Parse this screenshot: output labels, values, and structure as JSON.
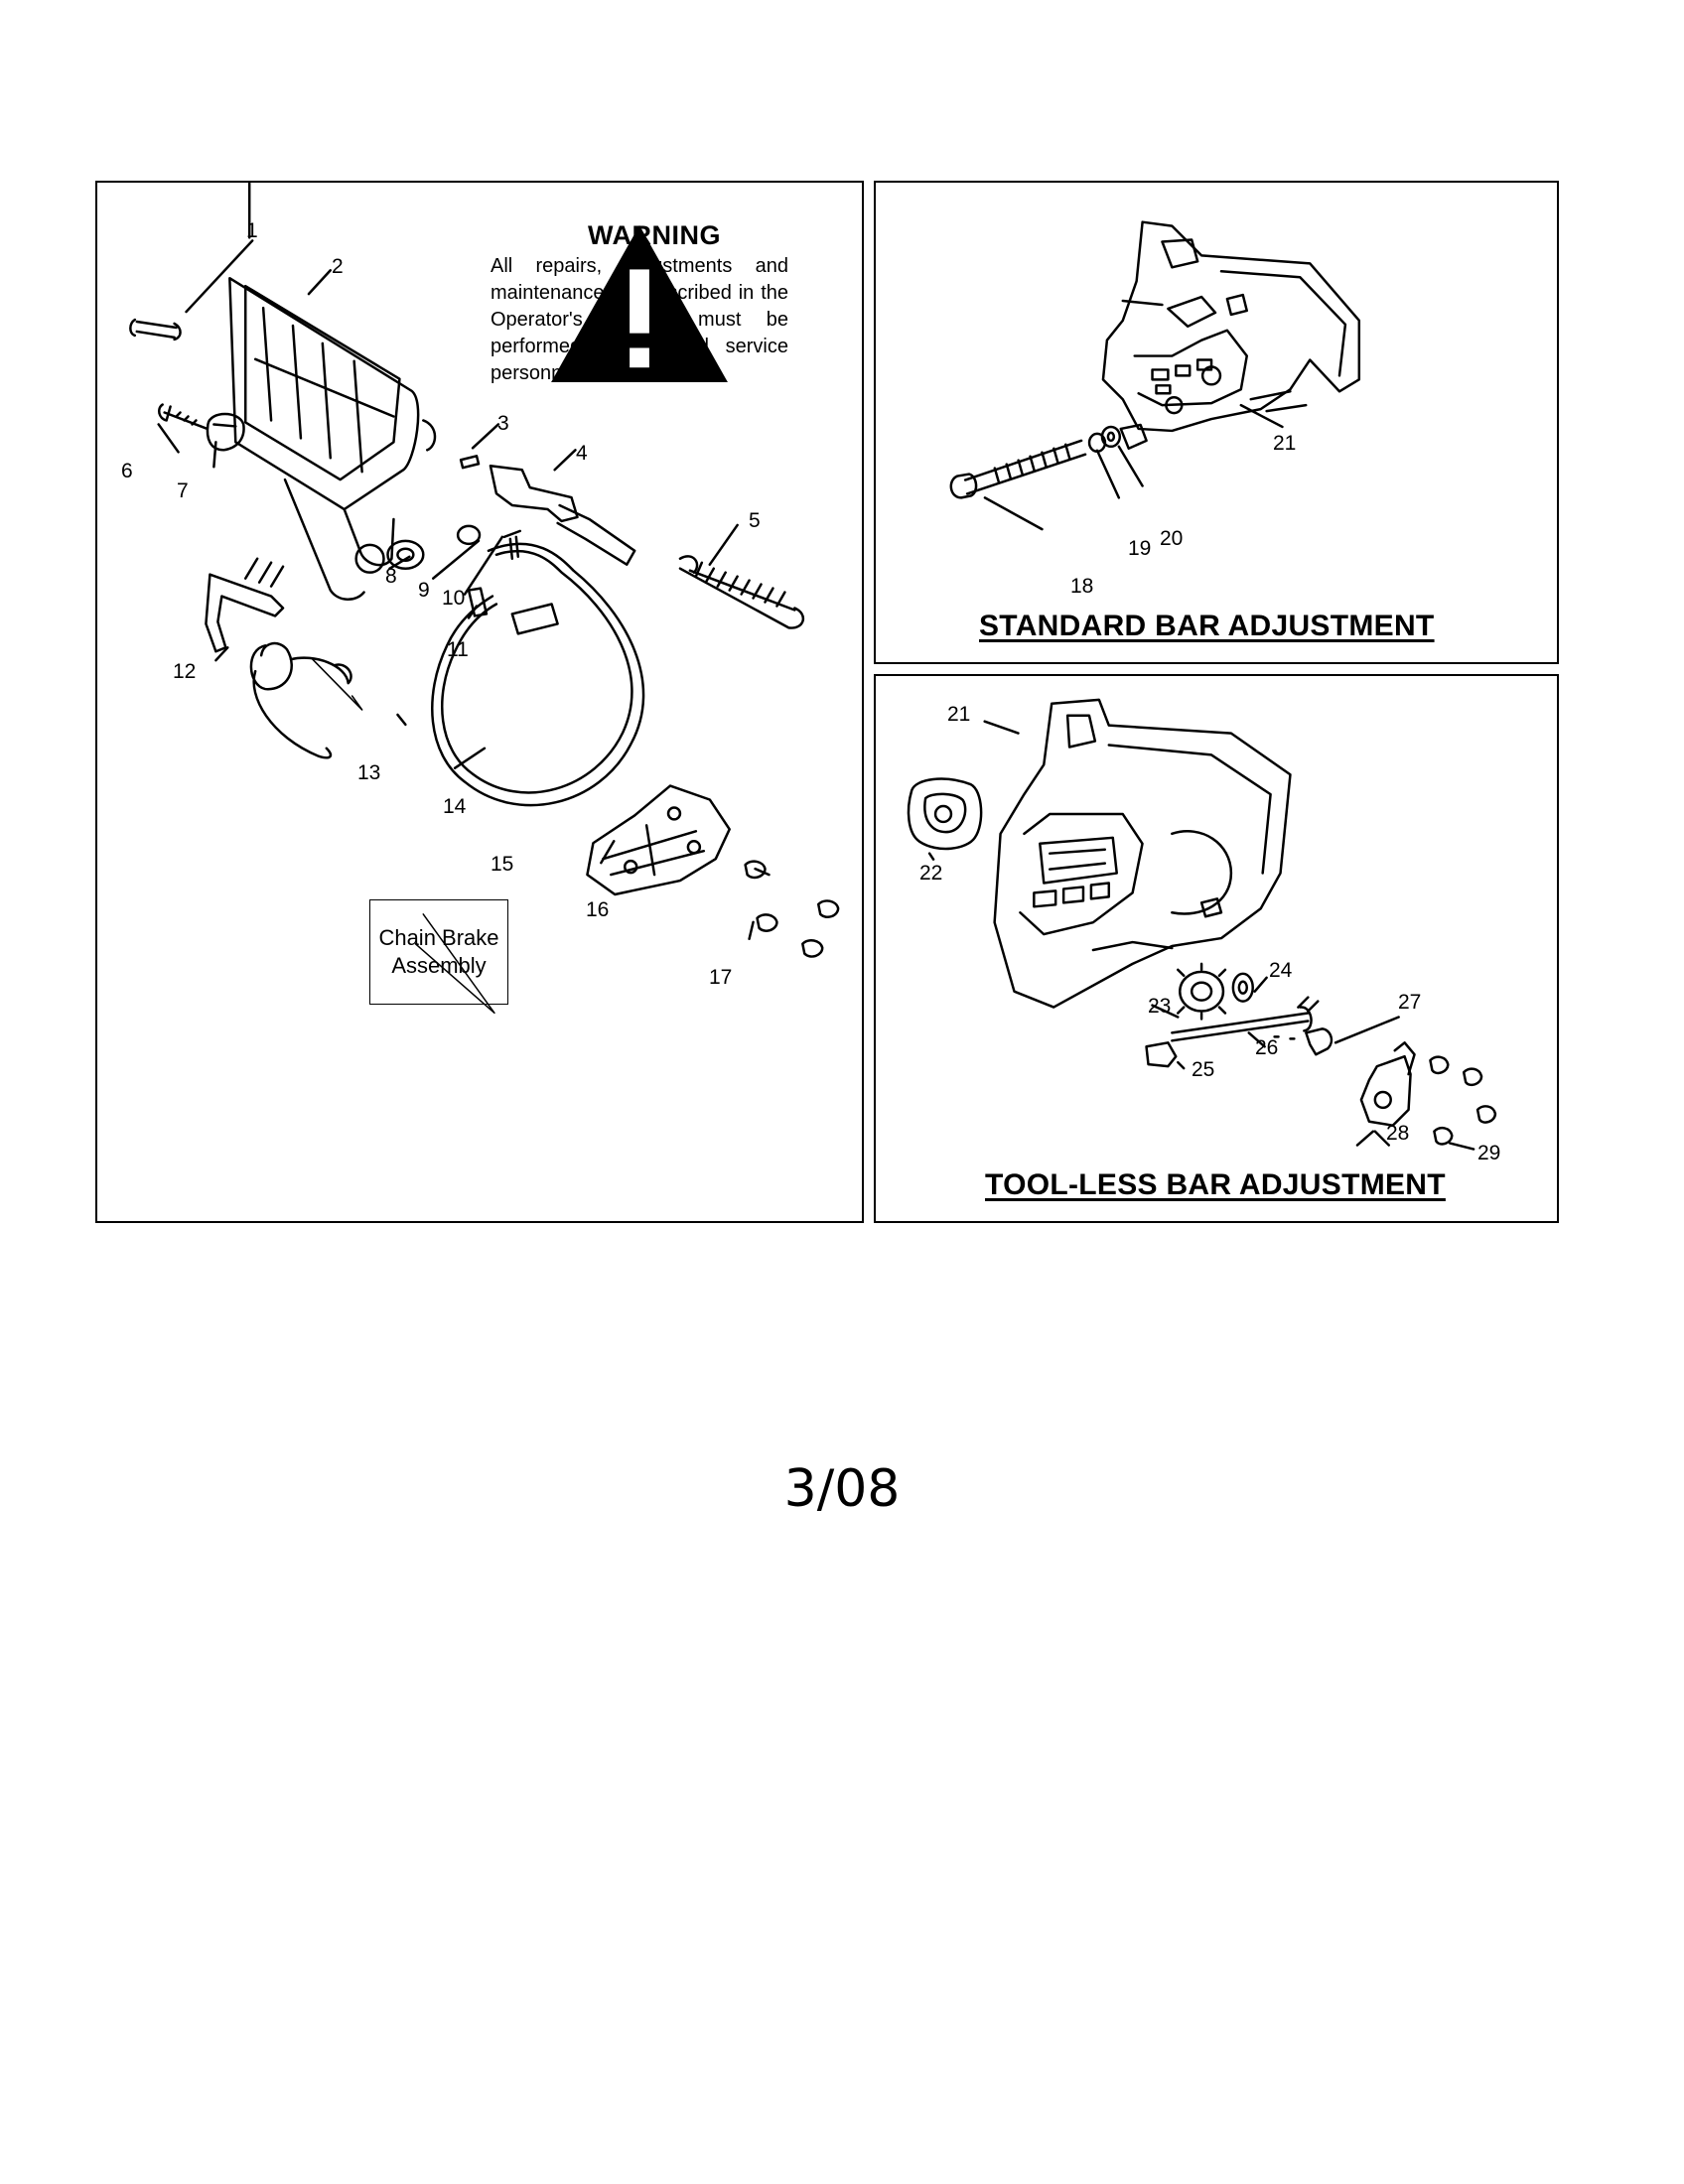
{
  "warning": {
    "icon": "warning-triangle-icon",
    "title": "WARNING",
    "text": "All repairs, adjustments and maintenance not described in the Operator's Manual must be performed by qualified service personnel."
  },
  "chain_brake_caption": "Chain Brake Assembly",
  "sections": {
    "standard_title": "STANDARD BAR ADJUSTMENT",
    "toolless_title": "TOOL-LESS BAR ADJUSTMENT"
  },
  "callouts": {
    "left": [
      "1",
      "2",
      "3",
      "4",
      "5",
      "6",
      "7",
      "8",
      "9",
      "10",
      "11",
      "12",
      "13",
      "14",
      "15",
      "16",
      "17"
    ],
    "standard": [
      "21",
      "18",
      "19",
      "20"
    ],
    "toolless": [
      "21",
      "22",
      "23",
      "24",
      "25",
      "26",
      "27",
      "28",
      "29"
    ]
  },
  "page_number": "3/08"
}
